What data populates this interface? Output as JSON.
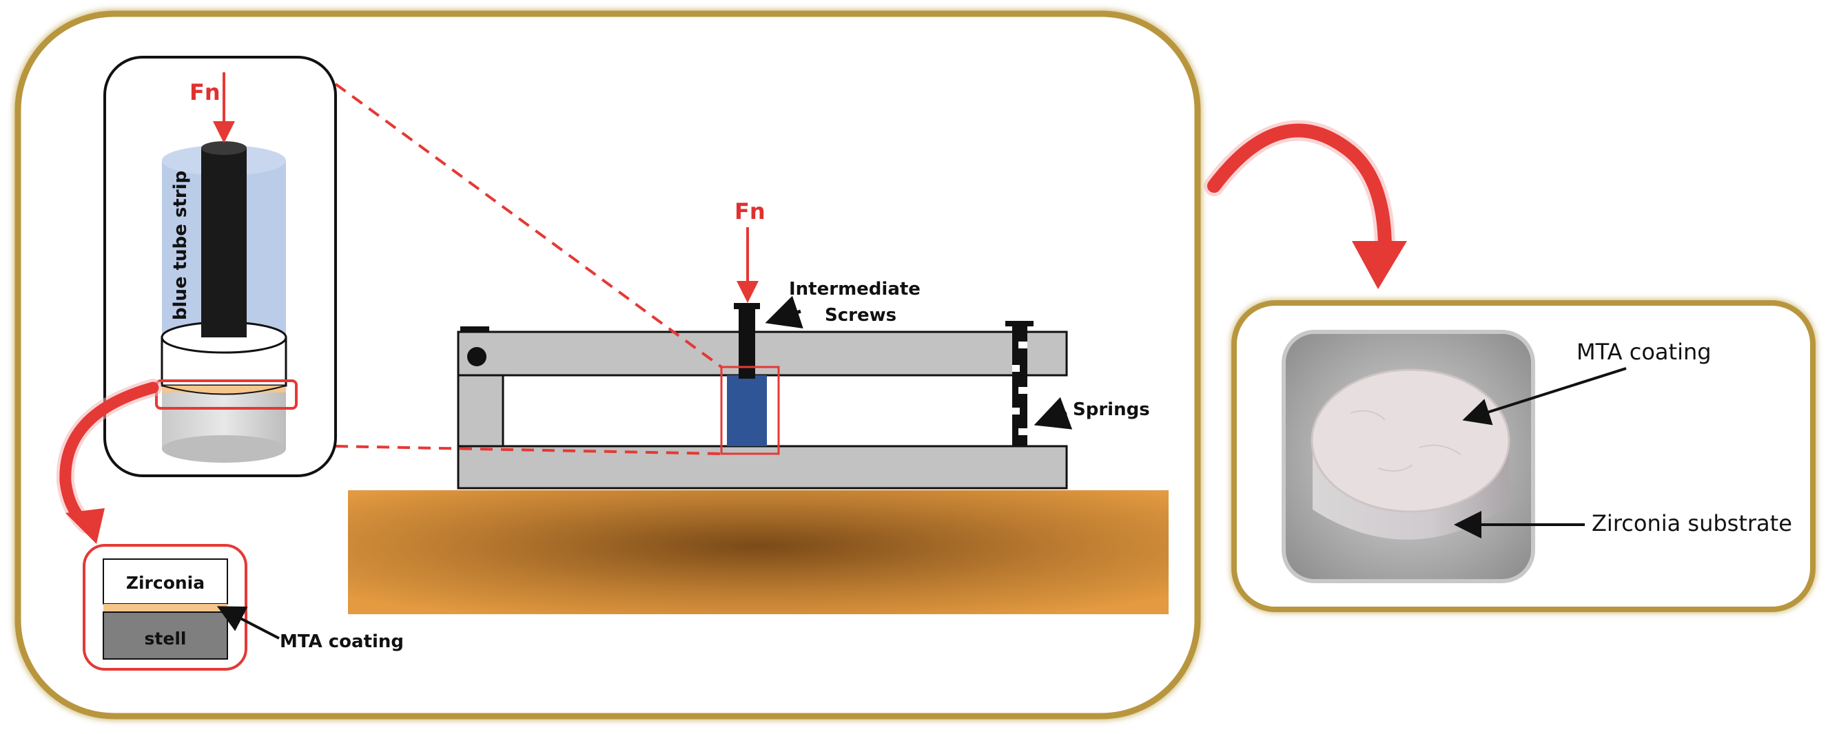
{
  "labels": {
    "force_top": "Fn",
    "force_inset": "Fn",
    "intermediate_screws_line1": "Intermediate",
    "intermediate_screws_line2": "Screws",
    "springs": "Springs",
    "blue_tube_strip": "blue tube strip",
    "zirconia": "Zirconia",
    "steel": "stell",
    "mta_coating_layer": "MTA coating",
    "photo_mta_coating": "MTA coating",
    "photo_zirconia_substrate": "Zirconia substrate"
  },
  "colors": {
    "frame_gold": "#b8963e",
    "accent_red": "#e53935",
    "clamp_gray": "#c2c2c2",
    "outline_black": "#111111",
    "blue_specimen": "#2f5597",
    "tube_blue": "#b4c7e7",
    "wood_light": "#dc9540",
    "wood_dark": "#7a4a18",
    "mta_layer": "#f4c58c",
    "steel_gray": "#7f7f7f"
  },
  "icons": {
    "force_arrow": "down-arrow-icon",
    "transition_arrow": "curved-arrow-icon",
    "pointer_arrow": "pointer-arrow-icon"
  }
}
